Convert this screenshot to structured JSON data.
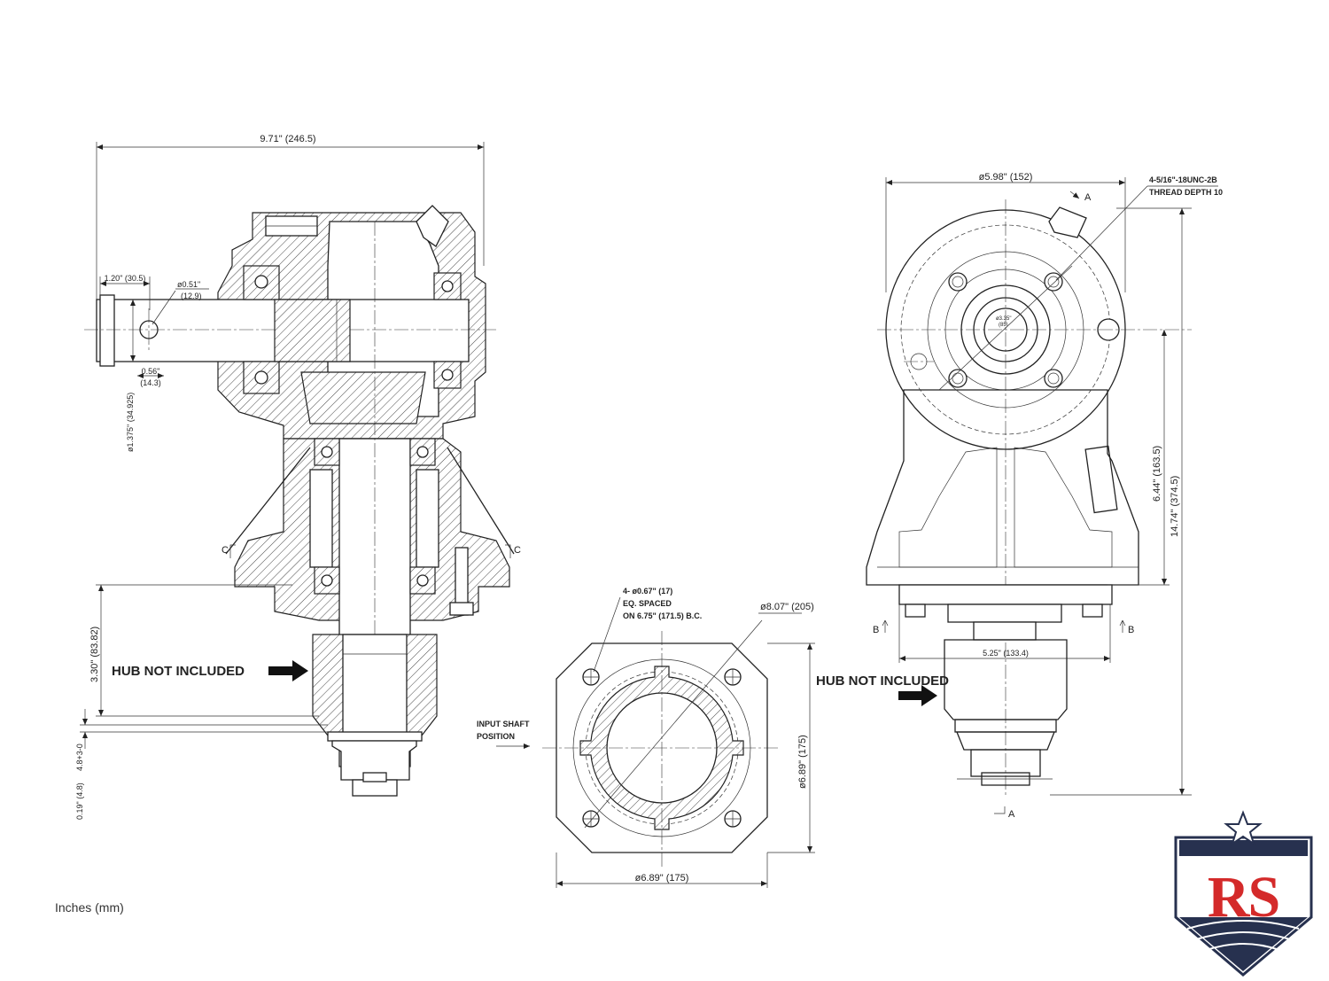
{
  "units_note": "Inches (mm)",
  "side_view": {
    "overall_length": "9.71\" (246.5)",
    "shaft_end_length": "1.20\" (30.5)",
    "pin_hole_dia": "ø0.51\"",
    "pin_hole_dia_mm": "(12.9)",
    "pin_offset": "0.56\"",
    "pin_offset_mm": "(14.3)",
    "input_shaft_dia": "ø1.375\" (34.925)",
    "hub_depth": "3.30\" (83.82)",
    "hub_label": "HUB NOT INCLUDED",
    "section_mark_left": "C",
    "section_mark_right": "C",
    "bottom_gap": "0.19\" (4.8)",
    "tolerance": "4.8+3-0"
  },
  "flange_view": {
    "bolt_holes": "4- ø0.67\" (17)",
    "spacing_line1": "EQ. SPACED",
    "spacing_line2": "ON 6.75\" (171.5) B.C.",
    "circle_dia": "ø8.07\" (205)",
    "input_shaft_line1": "INPUT SHAFT",
    "input_shaft_line2": "POSITION",
    "height": "ø6.89\" (175)",
    "width": "ø6.89\" (175)"
  },
  "front_view": {
    "flange_dia": "ø5.98\" (152)",
    "thread_line1": "4-5/16\"-18UNC-2B",
    "thread_line2": "THREAD DEPTH 10",
    "section_a": "A",
    "section_b": "B",
    "bore_dia": "ø3.35\"",
    "bore_dia_mm": "(85)",
    "center_height": "6.44\" (163.5)",
    "overall_height": "14.74\" (374.5)",
    "base_width": "5.25\" (133.4)",
    "hub_label": "HUB NOT INCLUDED"
  },
  "logo": {
    "text": "RS",
    "colors": {
      "red": "#d42a2a",
      "navy": "#27314f",
      "gray": "#e8e8e8"
    }
  }
}
